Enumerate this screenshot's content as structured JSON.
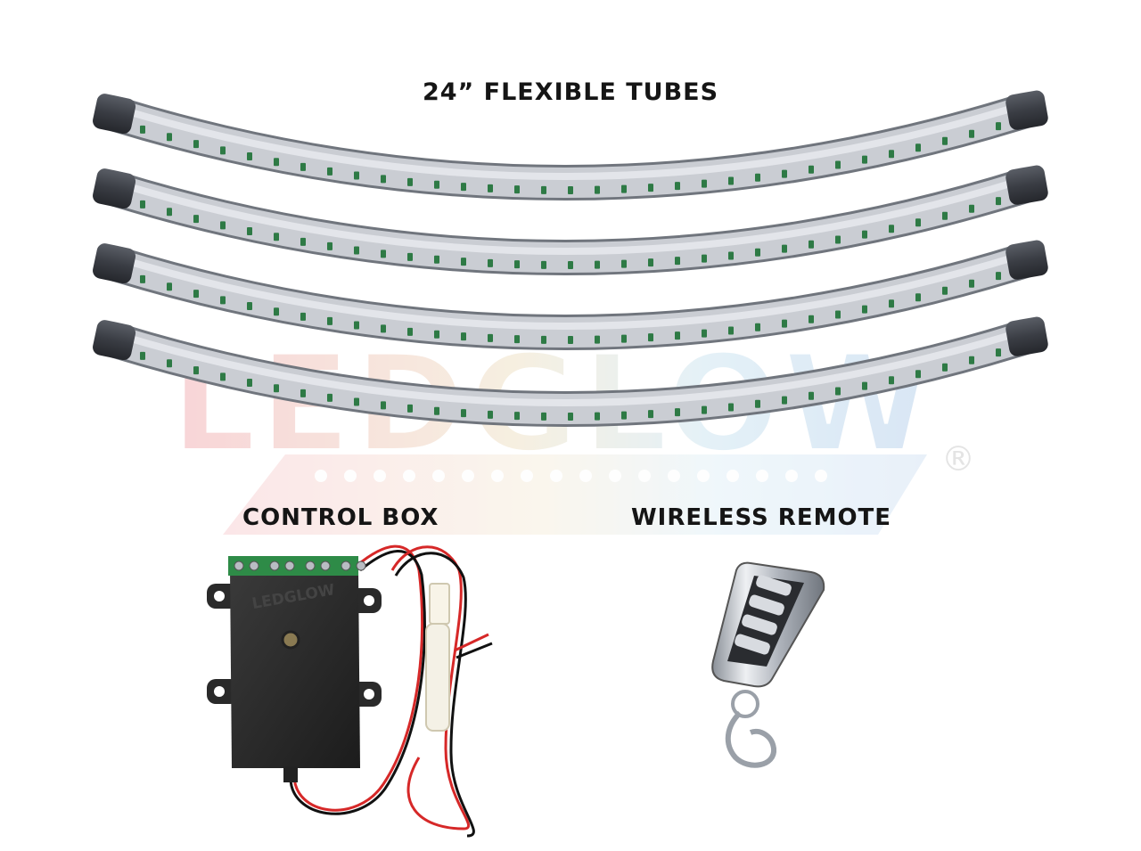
{
  "headings": {
    "tubes": "24” FLEXIBLE TUBES",
    "control_box": "CONTROL BOX",
    "remote": "WIRELESS REMOTE"
  },
  "watermark": {
    "brand": "LEDGLOW",
    "mark": "®"
  },
  "product": {
    "tube_count": 4,
    "box_brand": "LEDGLOW"
  },
  "colors": {
    "tube_body": "#c9ccd2",
    "tube_cap": "#3a3d44",
    "led": "#2e7a45",
    "box": "#262626",
    "terminal": "#2e8b47",
    "wire_red": "#d62828",
    "wire_black": "#111111",
    "remote_chrome": "#b9bec6",
    "label_text": "#151515"
  }
}
